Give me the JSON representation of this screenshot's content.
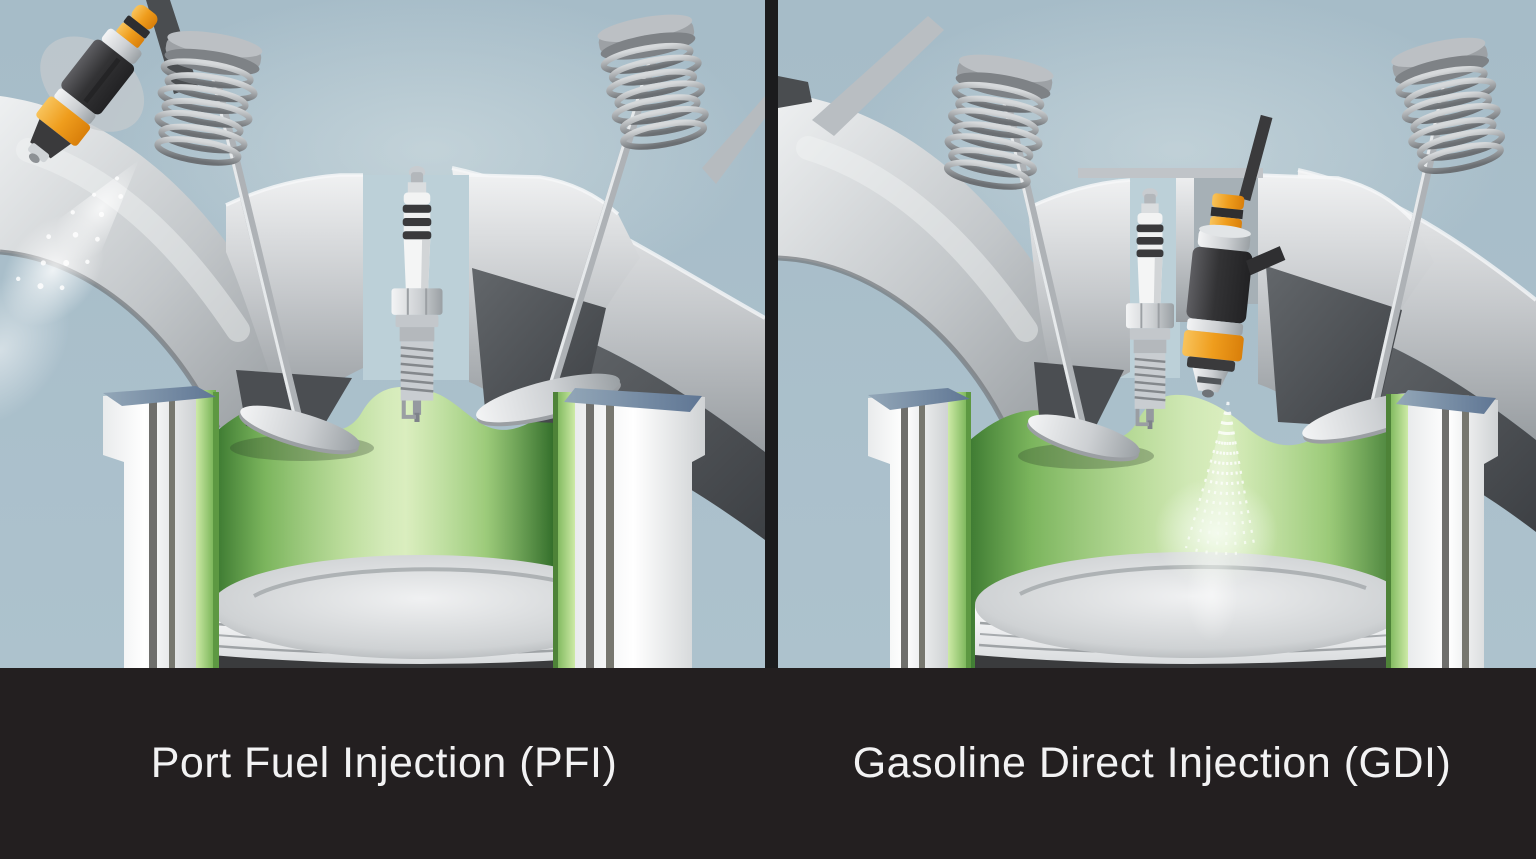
{
  "figure": {
    "type": "engine-cutaway-comparison",
    "description_visible_text_only": true
  },
  "panels": [
    {
      "id": "pfi",
      "label": "Port Fuel Injection (PFI)"
    },
    {
      "id": "gdi",
      "label": "Gasoline Direct Injection (GDI)"
    }
  ],
  "components": [
    "fuel-injector",
    "fuel-spray",
    "intake-port",
    "exhaust-port",
    "intake-valve",
    "exhaust-valve",
    "valve-spring",
    "valve-spring-retainer",
    "spark-plug",
    "combustion-chamber",
    "cylinder-liner",
    "cylinder-wall",
    "piston"
  ],
  "colors": {
    "background_blue": "#a9bfca",
    "caption_bar_black": "#231f20",
    "caption_text": "#f2f2f3",
    "divider_black": "#1b1b1d",
    "chamber_green_dark": "#3f7c33",
    "chamber_green_mid": "#8cc06a",
    "chamber_green_light": "#cde8a8",
    "liner_green": "#7db957",
    "metal_light": "#f2f3f4",
    "metal_mid": "#a6abaf",
    "metal_dark": "#55585c",
    "injector_orange": "#ef9d1d",
    "injector_body_black": "#2a2a2c",
    "steel_blue_deck": "#7a90a8"
  }
}
